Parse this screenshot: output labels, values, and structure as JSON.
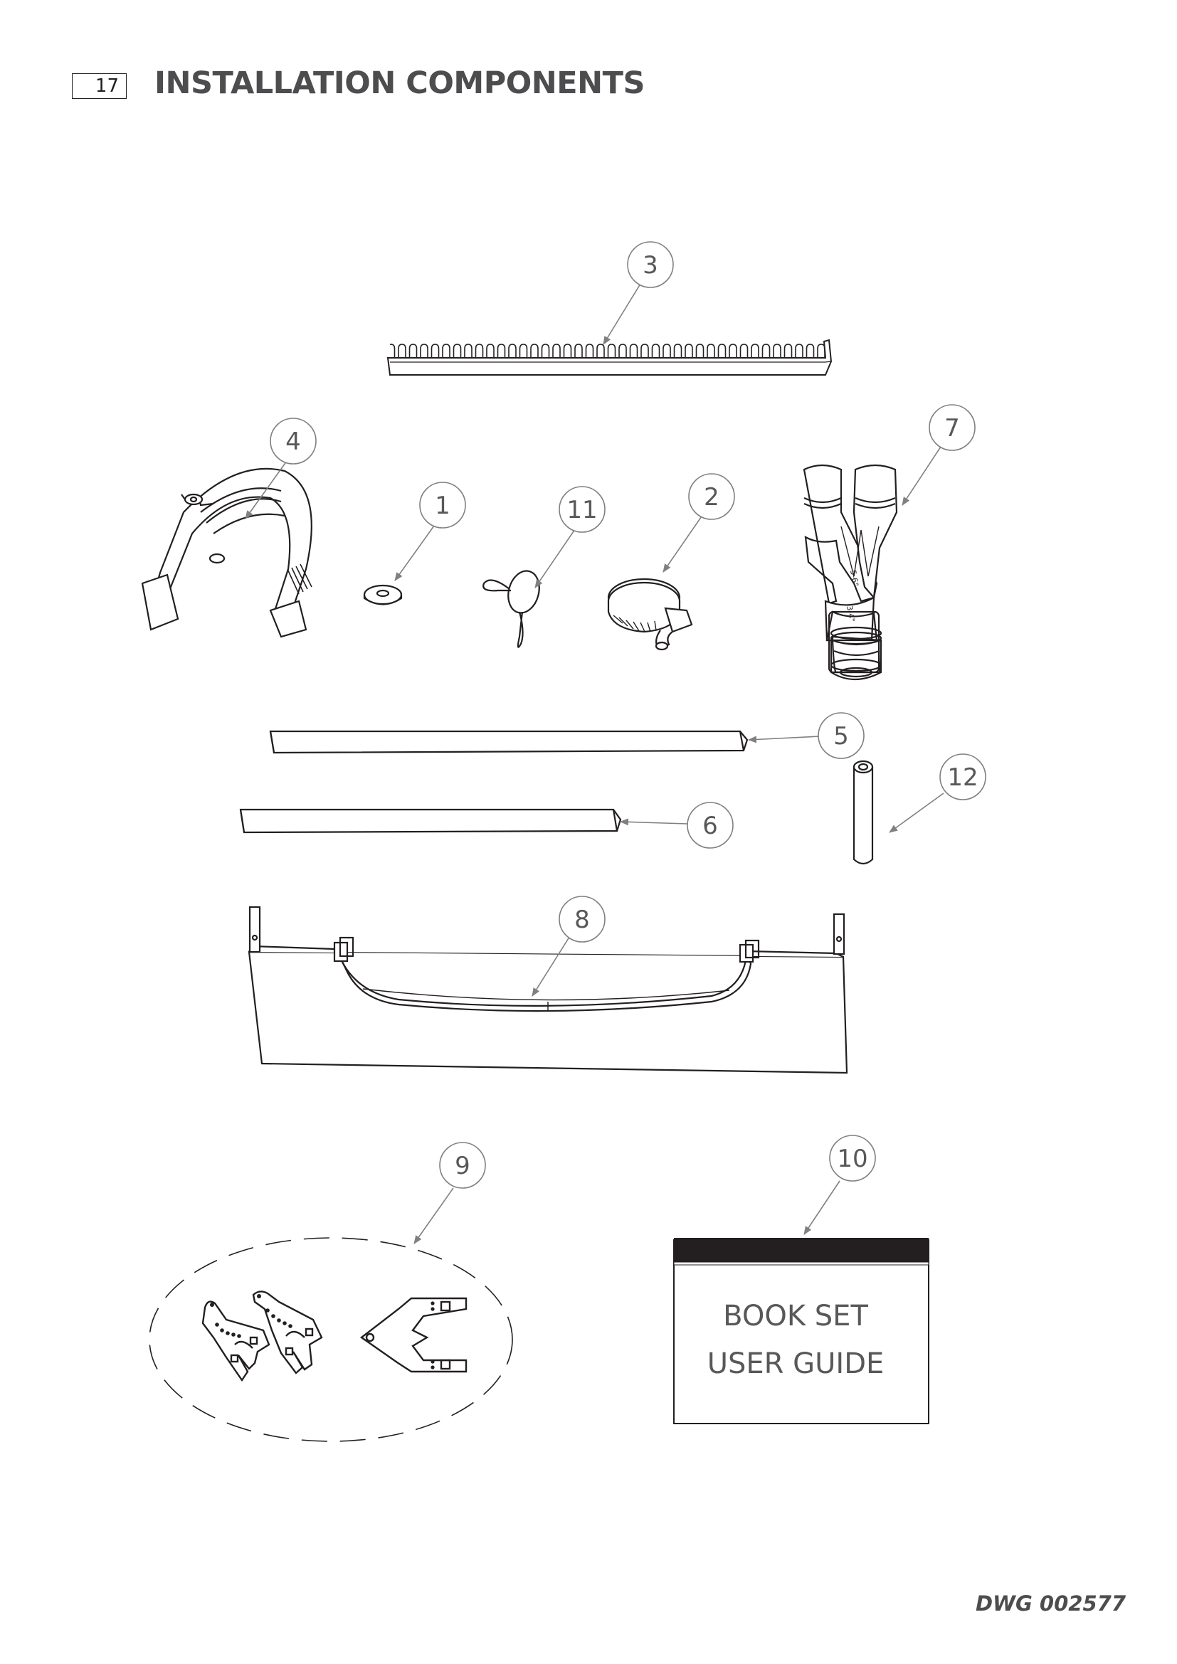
{
  "header": {
    "page_number": "17",
    "title": "INSTALLATION COMPONENTS"
  },
  "callouts": [
    "3",
    "4",
    "1",
    "11",
    "2",
    "7",
    "5",
    "12",
    "6",
    "8",
    "9",
    "10"
  ],
  "tube_labels": {
    "large": "5-6\"",
    "small": "3-4\""
  },
  "book": {
    "line1": "BOOK SET",
    "line2": "USER GUIDE"
  },
  "footer": {
    "drawing_number": "DWG 002577"
  },
  "colors": {
    "ink": "#231f20",
    "title_grey": "#4d4d4f",
    "callout_grey": "#808080"
  }
}
